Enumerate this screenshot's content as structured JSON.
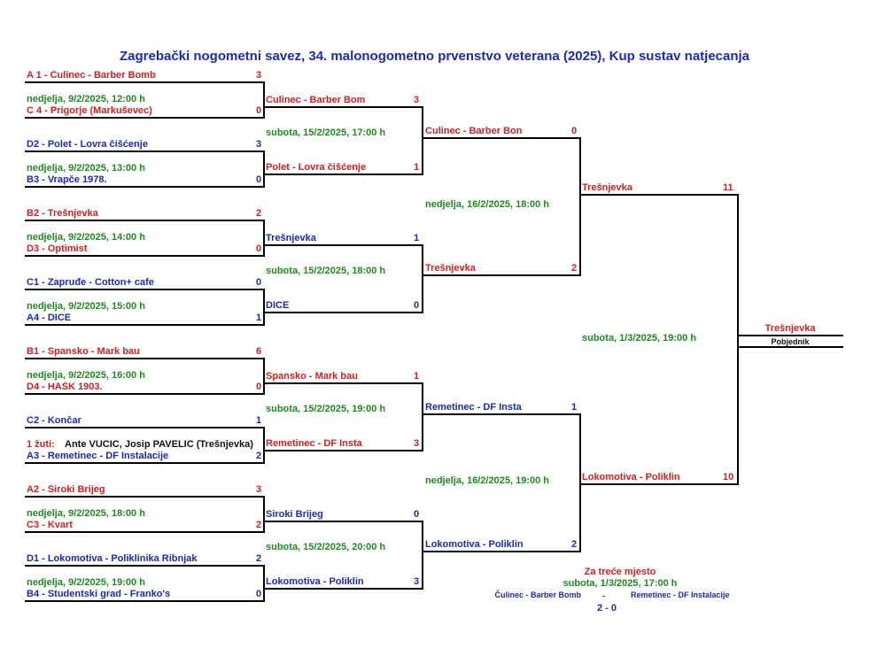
{
  "title": "Zagrebački nogometni savez, 34. malonogometno prvenstvo veterana (2025), Kup sustav natjecanja",
  "round1": [
    {
      "team1": "A 1 - Čulinec - Barber Bomb",
      "score1": "3",
      "date": "nedjelja, 9/2/2025, 12:00 h",
      "team2": "C 4 - Prigorje (Markuševec)",
      "score2": "0",
      "c1": "red",
      "c2": "red"
    },
    {
      "team1": "D2 - Polet - Lovra čišćenje",
      "score1": "3",
      "date": "nedjelja, 9/2/2025, 13:00 h",
      "team2": "B3 - Vrapče 1978.",
      "score2": "0",
      "c1": "blue",
      "c2": "blue"
    },
    {
      "team1": "B2 - Trešnjevka",
      "score1": "2",
      "date": "nedjelja, 9/2/2025, 14:00 h",
      "team2": "D3 - Optimist",
      "score2": "0",
      "c1": "red",
      "c2": "red"
    },
    {
      "team1": "C1 - Zapruđe - Cotton+ cafe",
      "score1": "0",
      "date": "nedjelja, 9/2/2025, 15:00 h",
      "team2": "A4 - DICE",
      "score2": "1",
      "c1": "blue",
      "c2": "blue"
    },
    {
      "team1": "B1 - Spansko - Mark bau",
      "score1": "6",
      "date": "nedjelja, 9/2/2025, 16:00 h",
      "team2": "D4 - HAŠK 1903.",
      "score2": "0",
      "c1": "red",
      "c2": "red"
    },
    {
      "team1": "C2 - Končar",
      "score1": "1",
      "date": "",
      "team2": "A3 - Remetinec - DF Instalacije",
      "score2": "2",
      "c1": "blue",
      "c2": "blue"
    },
    {
      "team1": "A2 - Široki Brijeg",
      "score1": "3",
      "date": "nedjelja, 9/2/2025, 18:00 h",
      "team2": "C3 - Kvart",
      "score2": "2",
      "c1": "red",
      "c2": "red"
    },
    {
      "team1": "D1 - Lokomotiva - Poliklinika Ribnjak",
      "score1": "2",
      "date": "nedjelja, 9/2/2025, 19:00 h",
      "team2": "B4 - Studentski grad - Franko's",
      "score2": "0",
      "c1": "blue",
      "c2": "blue"
    }
  ],
  "note": {
    "label": "1 žuti:",
    "text": "Ante VUCIC, Josip PAVELIC (Trešnjevka)"
  },
  "round2": [
    {
      "team1": "Culinec - Barber Bom",
      "score1": "3",
      "date": "subota, 15/2/2025, 17:00 h",
      "team2": "Polet - Lovra čišćenje",
      "score2": "1",
      "c1": "red",
      "c2": "red"
    },
    {
      "team1": "Trešnjevka",
      "score1": "1",
      "date": "subota, 15/2/2025, 18:00 h",
      "team2": "DICE",
      "score2": "0",
      "c1": "blue",
      "c2": "blue"
    },
    {
      "team1": "Spansko - Mark bau",
      "score1": "1",
      "date": "subota, 15/2/2025, 19:00 h",
      "team2": "Remetinec - DF Insta",
      "score2": "3",
      "c1": "red",
      "c2": "red"
    },
    {
      "team1": "Siroki Brijeg",
      "score1": "0",
      "date": "subota, 15/2/2025, 20:00 h",
      "team2": "Lokomotiva - Poliklin",
      "score2": "3",
      "c1": "blue",
      "c2": "blue"
    }
  ],
  "semis": [
    {
      "team1": "Culinec - Barber Bon",
      "score1": "0",
      "date": "nedjelja, 16/2/2025, 18:00 h",
      "team2": "Trešnjevka",
      "score2": "2",
      "c1": "red",
      "c2": "red"
    },
    {
      "team1": "Remetinec - DF Insta",
      "score1": "1",
      "date": "nedjelja, 16/2/2025, 19:00 h",
      "team2": "Lokomotiva - Poliklin",
      "score2": "2",
      "c1": "blue",
      "c2": "blue"
    }
  ],
  "final": {
    "team1": "Trešnjevka",
    "score1": "11",
    "date": "subota, 1/3/2025, 19:00 h",
    "team2": "Lokomotiva - Poliklin",
    "score2": "10",
    "c1": "red",
    "c2": "red"
  },
  "winner": {
    "name": "Trešnjevka",
    "label": "Pobjednik"
  },
  "third_place": {
    "title": "Za treće mjesto",
    "date": "subota, 1/3/2025, 17:00 h",
    "team1": "Čulinec - Barber Bomb",
    "separator": "-",
    "team2": "Remetinec - DF Instalacije",
    "score": "2 - 0"
  }
}
